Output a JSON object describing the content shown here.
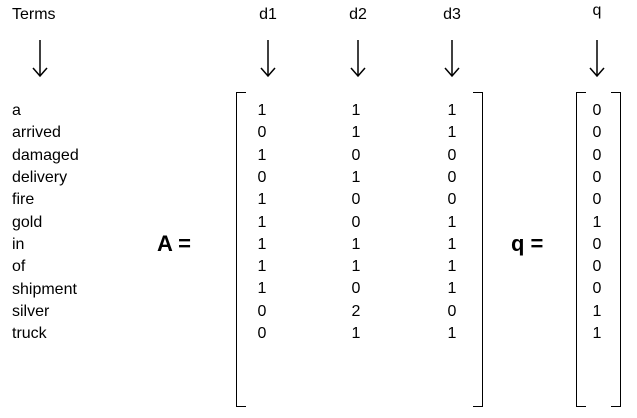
{
  "headers": {
    "terms": "Terms",
    "d1": "d1",
    "d2": "d2",
    "d3": "d3",
    "q": "q"
  },
  "terms": [
    "a",
    "arrived",
    "damaged",
    "delivery",
    "fire",
    "gold",
    "in",
    "of",
    "shipment",
    "silver",
    "truck"
  ],
  "matrix_label": "A =",
  "query_label": "q =",
  "matrix_A": [
    [
      "1",
      "1",
      "1"
    ],
    [
      "0",
      "1",
      "1"
    ],
    [
      "1",
      "0",
      "0"
    ],
    [
      "0",
      "1",
      "0"
    ],
    [
      "1",
      "0",
      "0"
    ],
    [
      "1",
      "0",
      "1"
    ],
    [
      "1",
      "1",
      "1"
    ],
    [
      "1",
      "1",
      "1"
    ],
    [
      "1",
      "0",
      "1"
    ],
    [
      "0",
      "2",
      "0"
    ],
    [
      "0",
      "1",
      "1"
    ]
  ],
  "vector_q": [
    "0",
    "0",
    "0",
    "0",
    "0",
    "1",
    "0",
    "0",
    "0",
    "1",
    "1"
  ]
}
